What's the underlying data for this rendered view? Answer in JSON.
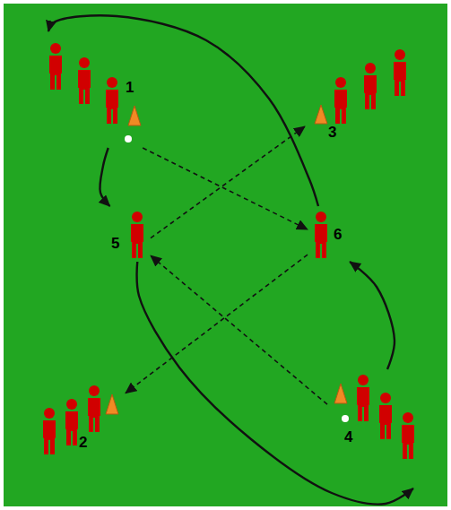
{
  "diagram": {
    "nodes": [
      {
        "text": [
          "1"
        ]
      },
      {
        "text": [
          "2"
        ]
      },
      {
        "text": [
          "3"
        ]
      },
      {
        "text": [
          "4"
        ]
      },
      {
        "text": [
          "5"
        ]
      },
      {
        "text": [
          "6"
        ]
      }
    ],
    "edges": [
      {
        "from": 0,
        "to": 5,
        "arrow": "to"
      },
      {
        "from": 5,
        "to": 1,
        "arrow": "to"
      },
      {
        "from": 3,
        "to": 4,
        "arrow": "to"
      },
      {
        "from": 4,
        "to": 2,
        "arrow": "to"
      },
      {
        "from": 0,
        "to": 4,
        "arrow": "to"
      },
      {
        "from": 3,
        "to": 5,
        "arrow": "to"
      },
      {
        "from": 5,
        "to": 0,
        "arrow": "to"
      },
      {
        "from": 4,
        "to": 3,
        "arrow": "to"
      }
    ]
  }
}
